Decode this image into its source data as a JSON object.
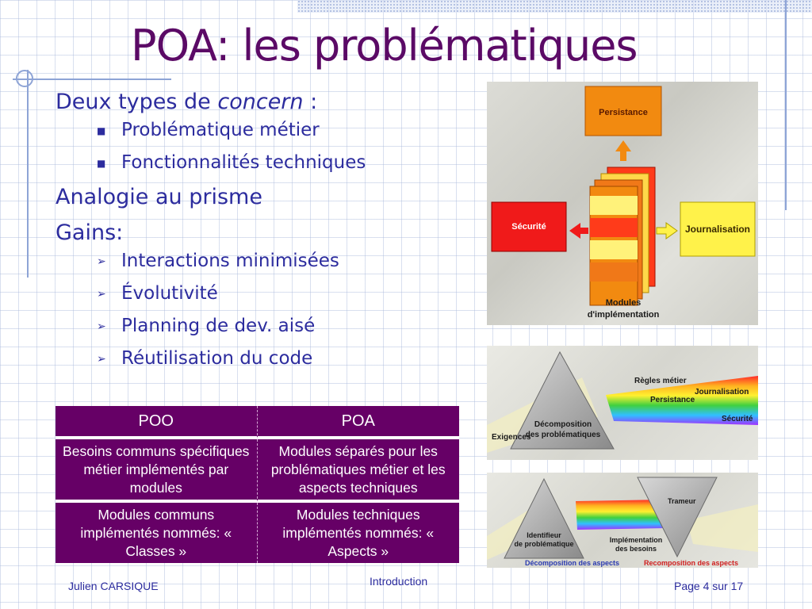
{
  "slide": {
    "title": "POA: les problématiques",
    "colors": {
      "title": "#5b0a66",
      "text": "#2c2c9e",
      "table": "#660066"
    }
  },
  "content": {
    "types_prefix": "Deux types de ",
    "types_em": "concern",
    "types_suffix": " :",
    "types_items": [
      "Problématique métier",
      "Fonctionnalités techniques"
    ],
    "analogy": "Analogie au prisme",
    "gains_label": "Gains:",
    "gains_items": [
      "Interactions minimisées",
      "Évolutivité",
      "Planning de dev. aisé",
      "Réutilisation du code"
    ]
  },
  "table": {
    "headers": [
      "POO",
      "POA"
    ],
    "rows": [
      [
        "Besoins communs spécifiques métier implémentés par modules",
        "Modules séparés pour les problématiques métier et les aspects techniques"
      ],
      [
        "Modules communs implémentés nommés: « Classes »",
        "Modules techniques implémentés nommés: « Aspects »"
      ]
    ]
  },
  "figure1": {
    "persistance": "Persistance",
    "securite": "Sécurité",
    "journalisation": "Journalisation",
    "modules_1": "Modules",
    "modules_2": "d'implémentation"
  },
  "figure2": {
    "regles": "Règles métier",
    "journalisation": "Journalisation",
    "persistance": "Persistance",
    "securite": "Sécurité",
    "exigences": "Exigences",
    "decomp_1": "Décomposition",
    "decomp_2": "des problématiques"
  },
  "figure3": {
    "trameur": "Trameur",
    "identifieur_1": "Identifieur",
    "identifieur_2": "de problématique",
    "impl_1": "Implémentation",
    "impl_2": "des besoins",
    "decomp_aspects": "Décomposition des aspects",
    "recomp_aspects": "Recomposition des aspects"
  },
  "footer": {
    "author": "Julien CARSIQUE",
    "section": "Introduction",
    "page": "Page 4 sur 17"
  }
}
